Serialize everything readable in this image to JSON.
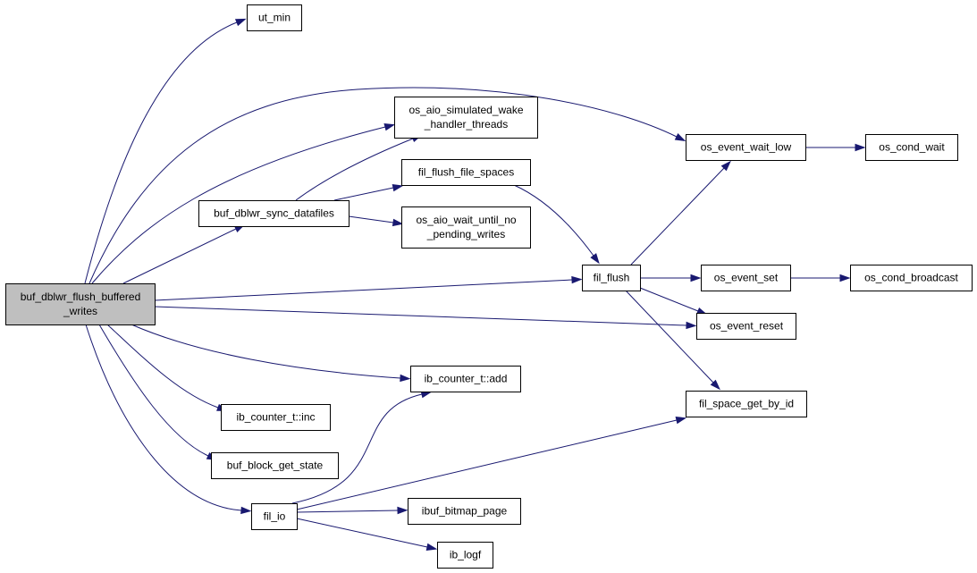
{
  "graph": {
    "nodes": [
      {
        "id": "buf_dblwr_flush_buffered_writes",
        "lines": [
          "buf_dblwr_flush_buffered",
          "_writes"
        ],
        "root": true
      },
      {
        "id": "ut_min",
        "lines": [
          "ut_min"
        ]
      },
      {
        "id": "os_aio_simulated_wake_handler_threads",
        "lines": [
          "os_aio_simulated_wake",
          "_handler_threads"
        ]
      },
      {
        "id": "buf_dblwr_sync_datafiles",
        "lines": [
          "buf_dblwr_sync_datafiles"
        ]
      },
      {
        "id": "fil_flush_file_spaces",
        "lines": [
          "fil_flush_file_spaces"
        ]
      },
      {
        "id": "os_aio_wait_until_no_pending_writes",
        "lines": [
          "os_aio_wait_until_no",
          "_pending_writes"
        ]
      },
      {
        "id": "os_event_wait_low",
        "lines": [
          "os_event_wait_low"
        ]
      },
      {
        "id": "os_cond_wait",
        "lines": [
          "os_cond_wait"
        ]
      },
      {
        "id": "fil_flush",
        "lines": [
          "fil_flush"
        ]
      },
      {
        "id": "os_event_set",
        "lines": [
          "os_event_set"
        ]
      },
      {
        "id": "os_cond_broadcast",
        "lines": [
          "os_cond_broadcast"
        ]
      },
      {
        "id": "os_event_reset",
        "lines": [
          "os_event_reset"
        ]
      },
      {
        "id": "ib_counter_t_add",
        "lines": [
          "ib_counter_t::add"
        ]
      },
      {
        "id": "fil_space_get_by_id",
        "lines": [
          "fil_space_get_by_id"
        ]
      },
      {
        "id": "ib_counter_t_inc",
        "lines": [
          "ib_counter_t::inc"
        ]
      },
      {
        "id": "buf_block_get_state",
        "lines": [
          "buf_block_get_state"
        ]
      },
      {
        "id": "fil_io",
        "lines": [
          "fil_io"
        ]
      },
      {
        "id": "ibuf_bitmap_page",
        "lines": [
          "ibuf_bitmap_page"
        ]
      },
      {
        "id": "ib_logf",
        "lines": [
          "ib_logf"
        ]
      }
    ],
    "edges": [
      {
        "from": "buf_dblwr_flush_buffered_writes",
        "to": "ut_min"
      },
      {
        "from": "buf_dblwr_flush_buffered_writes",
        "to": "os_aio_simulated_wake_handler_threads"
      },
      {
        "from": "buf_dblwr_flush_buffered_writes",
        "to": "os_event_wait_low"
      },
      {
        "from": "buf_dblwr_flush_buffered_writes",
        "to": "buf_dblwr_sync_datafiles"
      },
      {
        "from": "buf_dblwr_flush_buffered_writes",
        "to": "fil_flush"
      },
      {
        "from": "buf_dblwr_flush_buffered_writes",
        "to": "os_event_reset"
      },
      {
        "from": "buf_dblwr_flush_buffered_writes",
        "to": "ib_counter_t_add"
      },
      {
        "from": "buf_dblwr_flush_buffered_writes",
        "to": "ib_counter_t_inc"
      },
      {
        "from": "buf_dblwr_flush_buffered_writes",
        "to": "buf_block_get_state"
      },
      {
        "from": "buf_dblwr_flush_buffered_writes",
        "to": "fil_io"
      },
      {
        "from": "buf_dblwr_sync_datafiles",
        "to": "os_aio_simulated_wake_handler_threads"
      },
      {
        "from": "buf_dblwr_sync_datafiles",
        "to": "fil_flush_file_spaces"
      },
      {
        "from": "buf_dblwr_sync_datafiles",
        "to": "os_aio_wait_until_no_pending_writes"
      },
      {
        "from": "fil_flush_file_spaces",
        "to": "fil_flush"
      },
      {
        "from": "os_event_wait_low",
        "to": "os_cond_wait"
      },
      {
        "from": "fil_flush",
        "to": "os_event_wait_low"
      },
      {
        "from": "fil_flush",
        "to": "os_event_set"
      },
      {
        "from": "fil_flush",
        "to": "os_event_reset"
      },
      {
        "from": "fil_flush",
        "to": "fil_space_get_by_id"
      },
      {
        "from": "os_event_set",
        "to": "os_cond_broadcast"
      },
      {
        "from": "fil_io",
        "to": "ib_counter_t_add"
      },
      {
        "from": "fil_io",
        "to": "fil_space_get_by_id"
      },
      {
        "from": "fil_io",
        "to": "ibuf_bitmap_page"
      },
      {
        "from": "fil_io",
        "to": "ib_logf"
      }
    ]
  }
}
